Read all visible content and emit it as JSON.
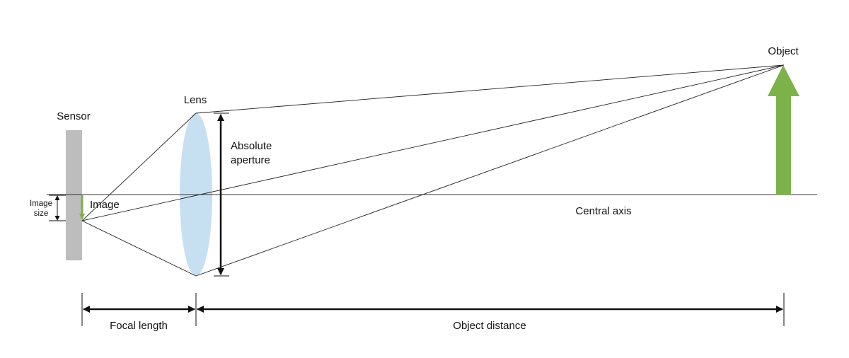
{
  "labels": {
    "sensor": "Sensor",
    "lens": "Lens",
    "object": "Object",
    "image": "Image",
    "image_size": [
      "Image",
      "size"
    ],
    "absolute_aperture": [
      "Absolute",
      "aperture"
    ],
    "central_axis": "Central axis",
    "focal_length": "Focal length",
    "object_distance": "Object distance"
  },
  "colors": {
    "sensor": "#bdbdbd",
    "lens": "#c6e0f2",
    "arrow_green": "#7db24a",
    "line": "#222222"
  }
}
